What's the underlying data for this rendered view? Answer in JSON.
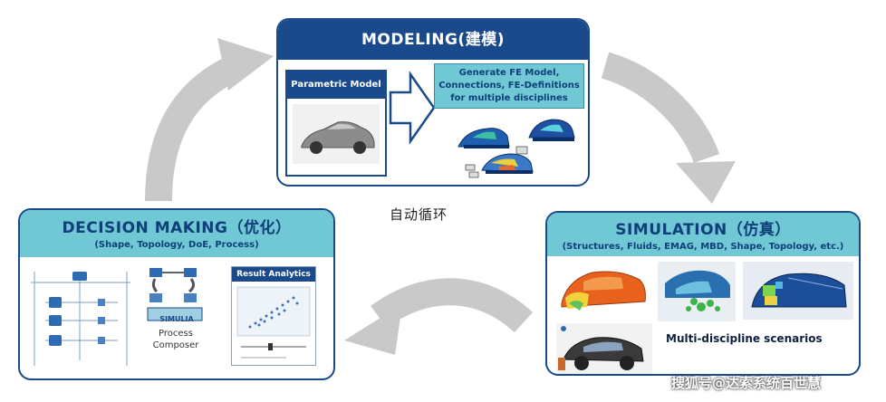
{
  "modeling": {
    "title": "MODELING(建模)",
    "parametric_label": "Parametric Model",
    "generate_text_1": "Generate FE Model,",
    "generate_text_2": "Connections, FE-Definitions",
    "generate_text_3": "for multiple disciplines"
  },
  "decision": {
    "title": "DECISION MAKING（优化）",
    "subtitle": "(Shape, Topology, DoE, Process)",
    "simulia_label": "SIMULIA",
    "process_composer_1": "Process",
    "process_composer_2": "Composer",
    "result_analytics": "Result Analytics"
  },
  "simulation": {
    "title": "SIMULATION（仿真）",
    "subtitle": "(Structures, Fluids, EMAG, MBD, Shape, Topology, etc.)",
    "multi_discipline": "Multi-discipline scenarios"
  },
  "center_label": "自动循环",
  "watermark": "搜狐号@达索系统百世慧",
  "colors": {
    "navy": "#1a4a8c",
    "teal": "#6fc8d3",
    "arrow_gray": "#c9c9c9"
  }
}
